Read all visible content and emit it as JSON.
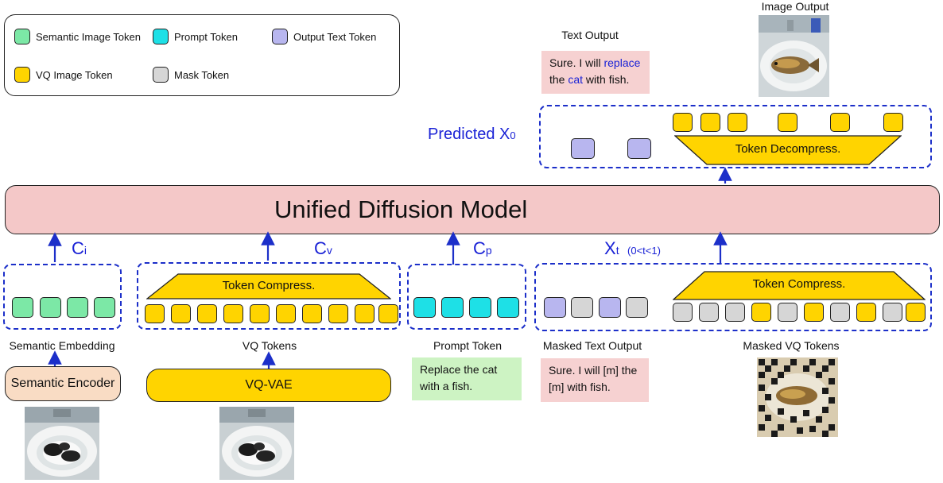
{
  "legend": {
    "semantic_image_token": "Semantic Image Token",
    "prompt_token": "Prompt Token",
    "output_text_token": "Output Text Token",
    "vq_image_token": "VQ Image Token",
    "mask_token": "Mask Token"
  },
  "colors": {
    "semantic": "#7ce8a6",
    "prompt": "#1ee0e6",
    "output_text": "#b8b6ef",
    "vq": "#ffd400",
    "mask": "#d6d6d6",
    "model": "#f4c8c8",
    "encoder": "#f9dcc4",
    "note_red": "#f6d1d1",
    "note_green": "#cdf3c3",
    "arrow": "#1c2fc9"
  },
  "top": {
    "image_output_label": "Image Output",
    "text_output_label": "Text Output",
    "text_output_parts": [
      "Sure. I will ",
      "replace",
      " the ",
      "cat",
      " with fish."
    ],
    "predicted_label": "Predicted X",
    "predicted_sub": "0",
    "token_decompress": "Token Decompress."
  },
  "model": {
    "title": "Unified Diffusion Model"
  },
  "conditions": {
    "ci": "C",
    "ci_sub": "i",
    "cv": "C",
    "cv_sub": "v",
    "cp": "C",
    "cp_sub": "p",
    "xt": "X",
    "xt_sub": "t",
    "xt_range": "(0<t<1)"
  },
  "bottom": {
    "token_compress_1": "Token Compress.",
    "token_compress_2": "Token Compress.",
    "semantic_embedding_label": "Semantic Embedding",
    "vq_tokens_label": "VQ Tokens",
    "prompt_token_label": "Prompt Token",
    "masked_text_label": "Masked Text Output",
    "masked_vq_label": "Masked VQ Tokens",
    "semantic_encoder": "Semantic Encoder",
    "vqvae": "VQ-VAE",
    "prompt_text": "Replace the cat with a fish.",
    "masked_text": "Sure. I will [m] the [m] with fish."
  }
}
